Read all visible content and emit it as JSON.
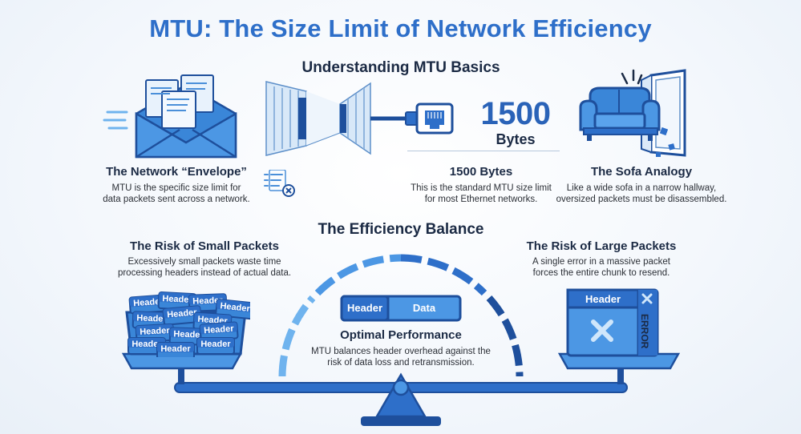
{
  "title": "MTU: The Size Limit of Network Efficiency",
  "basics": {
    "heading": "Understanding MTU Basics",
    "envelope": {
      "title": "The Network “Envelope”",
      "desc_line1": "MTU is the specific size limit for",
      "desc_line2": "data packets sent across a network."
    },
    "size": {
      "number": "1500",
      "unit": "Bytes",
      "title": "1500 Bytes",
      "desc_line1": "This is the standard MTU size limit",
      "desc_line2": "for most Ethernet networks."
    },
    "sofa": {
      "title": "The Sofa Analogy",
      "desc_line1": "Like a wide sofa in a narrow hallway,",
      "desc_line2": "oversized packets must be disassembled."
    }
  },
  "balance": {
    "heading": "The Efficiency Balance",
    "small": {
      "title": "The Risk of Small Packets",
      "desc_line1": "Excessively small packets waste time",
      "desc_line2": "processing headers instead of actual data.",
      "packet_label": "Header"
    },
    "optimal": {
      "header_label": "Header",
      "data_label": "Data",
      "title": "Optimal Performance",
      "desc_line1": "MTU balances header overhead against the",
      "desc_line2": "risk of data loss and retransmission."
    },
    "large": {
      "title": "The Risk of Large Packets",
      "desc_line1": "A single error in a massive packet",
      "desc_line2": "forces the entire chunk to resend.",
      "header_label": "Header",
      "error_label": "ERROR"
    }
  },
  "colors": {
    "primary": "#2e6fc9",
    "dark_blue": "#1e4f9c",
    "light_blue": "#6fb3ee",
    "text_dark": "#1b2a44"
  }
}
